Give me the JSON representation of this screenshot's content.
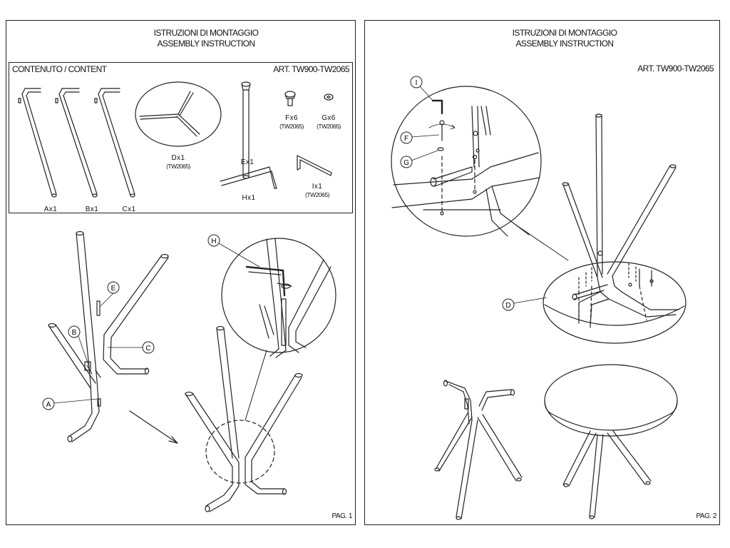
{
  "page1": {
    "title_it": "ISTRUZIONI DI MONTAGGIO",
    "title_en": "ASSEMBLY INSTRUCTION",
    "content_label": "CONTENUTO / CONTENT",
    "article": "ART. TW900-TW2065",
    "parts": {
      "a": "Ax1",
      "b": "Bx1",
      "c": "Cx1",
      "d": "Dx1",
      "d_sub": "(TW2065)",
      "e": "Ex1",
      "f": "Fx6",
      "f_sub": "(TW2065)",
      "g": "Gx6",
      "g_sub": "(TW2065)",
      "h": "Hx1",
      "i": "Ix1",
      "i_sub": "(TW2065)"
    },
    "callouts": {
      "a": "A",
      "b": "B",
      "c": "C",
      "e": "E",
      "h": "H"
    },
    "page_number": "PAG. 1"
  },
  "page2": {
    "title_it": "ISTRUZIONI DI MONTAGGIO",
    "title_en": "ASSEMBLY INSTRUCTION",
    "article": "ART. TW900-TW2065",
    "callouts": {
      "i": "I",
      "f": "F",
      "g": "G",
      "d": "D"
    },
    "page_number": "PAG. 2"
  }
}
